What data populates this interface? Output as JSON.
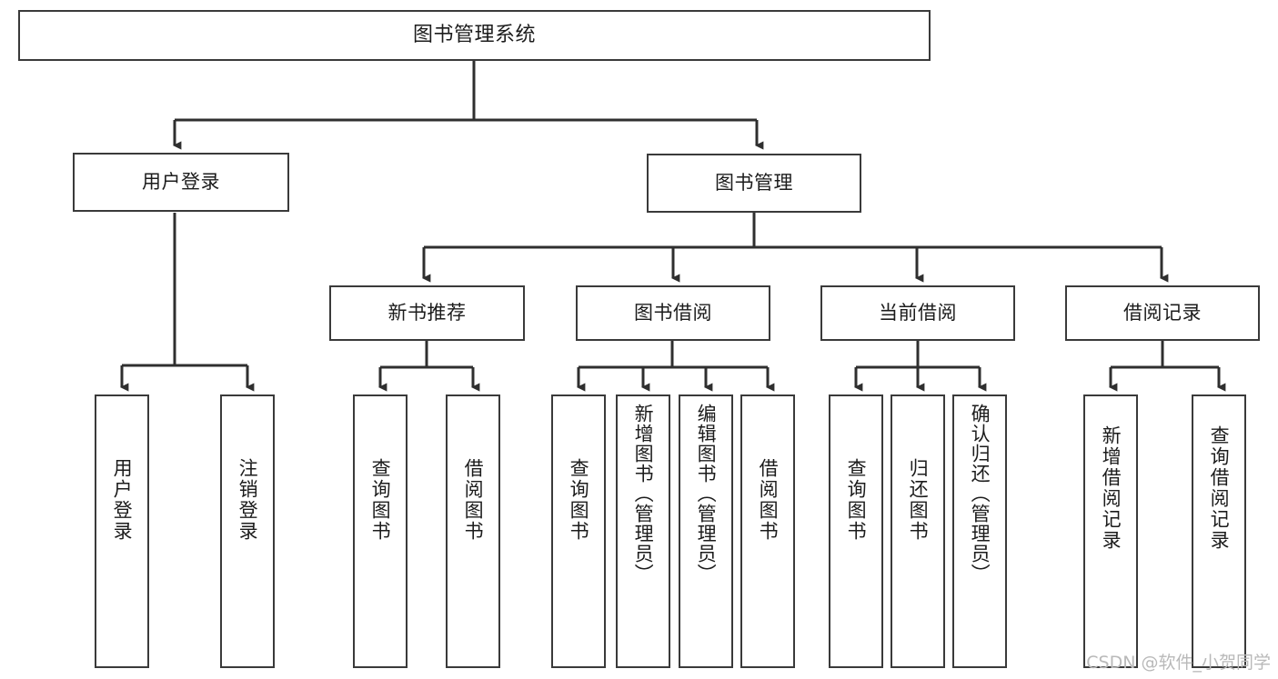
{
  "diagram": {
    "title": "图书管理系统",
    "watermark": "CSDN @软件_小贺同学",
    "colors": {
      "box_border": "#3a3a3a",
      "box_fill": "#ffffff",
      "edge": "#2f2f2f",
      "text": "#1c1c1c",
      "watermark": "#b9b9b9",
      "background": "#ffffff"
    },
    "root": {
      "label": "图书管理系统"
    },
    "level2": [
      {
        "label": "用户登录"
      },
      {
        "label": "图书管理"
      }
    ],
    "level3": [
      {
        "label": "新书推荐"
      },
      {
        "label": "图书借阅"
      },
      {
        "label": "当前借阅"
      },
      {
        "label": "借阅记录"
      }
    ],
    "leaves": {
      "user_login": [
        {
          "label": "用户登录"
        },
        {
          "label": "注销登录"
        }
      ],
      "new_book": [
        {
          "label": "查询图书"
        },
        {
          "label": "借阅图书"
        }
      ],
      "book_borrow": [
        {
          "label": "查询图书"
        },
        {
          "label": "新增图书（管理员）"
        },
        {
          "label": "编辑图书（管理员）"
        },
        {
          "label": "借阅图书"
        }
      ],
      "current_borrow": [
        {
          "label": "查询图书"
        },
        {
          "label": "归还图书"
        },
        {
          "label": "确认归还（管理员）"
        }
      ],
      "borrow_record": [
        {
          "label": "新增借阅记录"
        },
        {
          "label": "查询借阅记录"
        }
      ]
    }
  }
}
